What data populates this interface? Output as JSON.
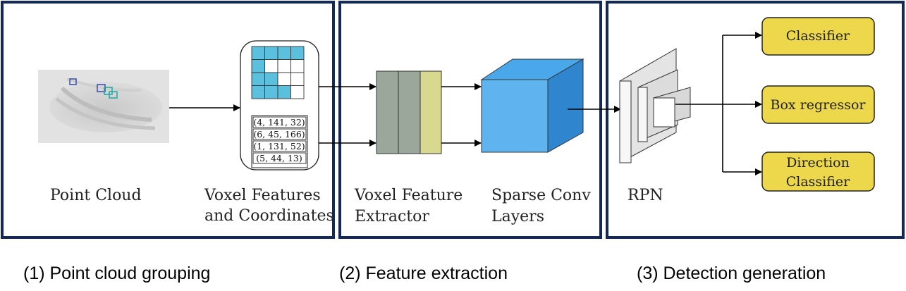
{
  "stages": [
    {
      "caption": "(1) Point cloud grouping"
    },
    {
      "caption": "(2) Feature extraction"
    },
    {
      "caption": "(3) Detection generation"
    }
  ],
  "labels": {
    "point_cloud": "Point Cloud",
    "voxel_features_line1": "Voxel Features",
    "voxel_features_line2": "and Coordinates",
    "vfe_line1": "Voxel Feature",
    "vfe_line2": "Extractor",
    "sparse_line1": "Sparse Conv",
    "sparse_line2": "Layers",
    "rpn": "RPN"
  },
  "coordinates": [
    "(4, 141, 32)",
    "(6, 45, 166)",
    "(1, 131, 52)",
    "(5, 44, 13)"
  ],
  "outputs": {
    "classifier": "Classifier",
    "box_regressor": "Box regressor",
    "direction_line1": "Direction",
    "direction_line2": "Classifier"
  },
  "colors": {
    "frame": "#14295a",
    "voxel_cell": "#5bc0de",
    "cube_front": "#5fb4f0",
    "cube_top": "#4aa8ea",
    "cube_side": "#2f86cf",
    "vfe_slab_dark": "#9aa79a",
    "vfe_slab_light": "#d8d88e",
    "output_box": "#ecd84a"
  },
  "voxel_grid": [
    [
      1,
      1,
      1,
      1
    ],
    [
      1,
      0,
      0,
      0
    ],
    [
      1,
      1,
      0,
      0
    ],
    [
      1,
      1,
      1,
      0
    ]
  ]
}
